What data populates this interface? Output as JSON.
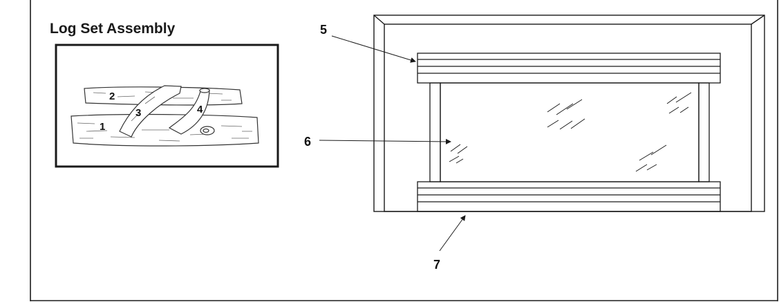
{
  "title": "Log Set Assembly",
  "log_labels": [
    "1",
    "2",
    "3",
    "4"
  ],
  "callouts": [
    "5",
    "6",
    "7"
  ],
  "colors": {
    "line": "#1a1a1a",
    "background": "#ffffff"
  }
}
